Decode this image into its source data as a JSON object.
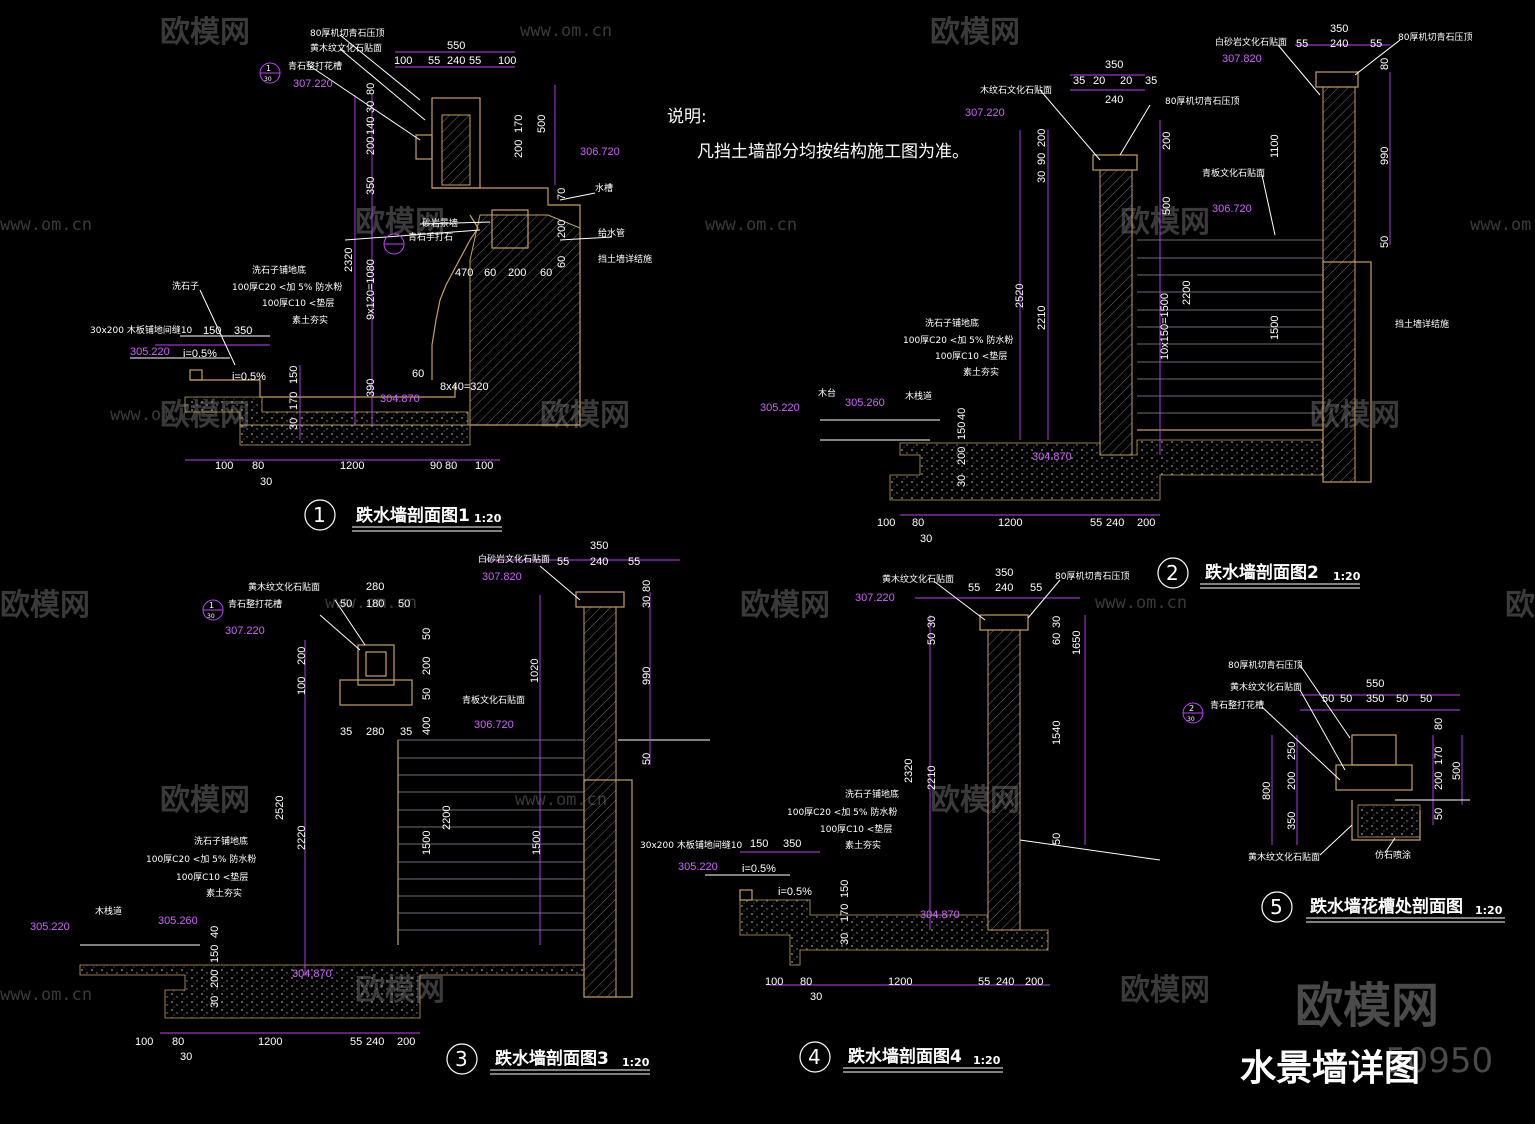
{
  "watermark": {
    "brand": "欧模网",
    "url": "www.om.cn",
    "code": "50950"
  },
  "drawing_title": "水景墙详图",
  "notes": {
    "heading": "说明:",
    "text": "凡挡土墙部分均按结构施工图为准。"
  },
  "sections": [
    {
      "num": "1",
      "title": "跌水墙剖面图1",
      "scale": "1:20"
    },
    {
      "num": "2",
      "title": "跌水墙剖面图2",
      "scale": "1:20"
    },
    {
      "num": "3",
      "title": "跌水墙剖面图3",
      "scale": "1:20"
    },
    {
      "num": "4",
      "title": "跌水墙剖面图4",
      "scale": "1:20"
    },
    {
      "num": "5",
      "title": "跌水墙花槽处剖面图",
      "scale": "1:20"
    }
  ],
  "s1": {
    "labels": [
      "80厚机切青石压顶",
      "黄木纹文化石贴面",
      "青石整打花槽",
      "水槽",
      "砂岩景墙",
      "青石手打石",
      "给水管",
      "挡土墙详结施",
      "洗石子",
      "洗石子铺地底",
      "100厚C20 <加 5% 防水粉",
      "100厚C10 <垫层",
      "素土夯实",
      "30x200 木板铺地间缝10"
    ],
    "elev": [
      "307.220",
      "306.720",
      "305.220",
      "304.870"
    ],
    "top_dims": [
      "550",
      "100",
      "55",
      "240",
      "55",
      "100"
    ],
    "v_dims": [
      "80",
      "30",
      "140",
      "200",
      "350",
      "2320",
      "9x120=1080",
      "170",
      "500",
      "200",
      "70",
      "200",
      "60",
      "390",
      "150",
      "170",
      "30"
    ],
    "mid_dims": [
      "470",
      "60",
      "200",
      "60",
      "60",
      "8x40=320",
      "150",
      "350",
      "i=0.5%",
      "i=0.5%"
    ],
    "bottom_dims": [
      "100",
      "80",
      "30",
      "1200",
      "90",
      "80",
      "100"
    ],
    "circle_ref": {
      "top": "1",
      "bottom": "30"
    }
  },
  "s2": {
    "labels": [
      "白砂岩文化石贴面",
      "80厚机切青石压顶",
      "木纹石文化石贴面",
      "80厚机切青石压顶",
      "青板文化石贴面",
      "洗石子铺地底",
      "100厚C20 <加 5% 防水粉",
      "100厚C10 <垫层",
      "素土夯实",
      "木台",
      "木栈道",
      "挡土墙详结施"
    ],
    "elev": [
      "307.820",
      "307.220",
      "306.720",
      "305.220",
      "305.260",
      "304.870"
    ],
    "top_dims": [
      "350",
      "55",
      "240",
      "55",
      "350",
      "35",
      "20",
      "240",
      "20",
      "35"
    ],
    "v_dims": [
      "80",
      "1100",
      "990",
      "50",
      "30",
      "90",
      "200",
      "200",
      "500",
      "2520",
      "2210",
      "2200",
      "10x150=1500",
      "1500",
      "40",
      "150",
      "200",
      "30"
    ],
    "bottom_dims": [
      "100",
      "80",
      "30",
      "1200",
      "55",
      "240",
      "200"
    ]
  },
  "s3": {
    "labels": [
      "白砂岩文化石贴面",
      "黄木纹文化石贴面",
      "青石整打花槽",
      "青板文化石贴面",
      "洗石子铺地底",
      "100厚C20 <加 5% 防水粉",
      "100厚C10 <垫层",
      "素土夯实",
      "木栈道"
    ],
    "elev": [
      "307.820",
      "307.220",
      "306.720",
      "305.220",
      "305.260",
      "304.870"
    ],
    "top_dims": [
      "350",
      "55",
      "240",
      "55",
      "280",
      "50",
      "180",
      "50",
      "35",
      "280",
      "35"
    ],
    "v_dims": [
      "80",
      "30",
      "1020",
      "990",
      "50",
      "200",
      "100",
      "50",
      "200",
      "50",
      "400",
      "2520",
      "2220",
      "2200",
      "1500",
      "1500",
      "40",
      "150",
      "200",
      "30"
    ],
    "bottom_dims": [
      "100",
      "80",
      "30",
      "1200",
      "55",
      "240",
      "200"
    ],
    "circle_ref": {
      "top": "1",
      "bottom": "30"
    }
  },
  "s4": {
    "labels": [
      "黄木纹文化石贴面",
      "80厚机切青石压顶",
      "洗石子铺地底",
      "100厚C20 <加 5% 防水粉",
      "100厚C10 <垫层",
      "素土夯实",
      "30x200 木板铺地间缝10"
    ],
    "elev": [
      "307.220",
      "305.220",
      "304.870"
    ],
    "top_dims": [
      "350",
      "55",
      "240",
      "55"
    ],
    "v_dims": [
      "30",
      "50",
      "30",
      "60",
      "1650",
      "2320",
      "2210",
      "1540",
      "50",
      "150",
      "170",
      "30"
    ],
    "mid_dims": [
      "150",
      "350",
      "i=0.5%",
      "i=0.5%"
    ],
    "bottom_dims": [
      "100",
      "80",
      "30",
      "1200",
      "55",
      "240",
      "200"
    ]
  },
  "s5": {
    "labels": [
      "80厚机切青石压顶",
      "黄木纹文化石贴面",
      "青石整打花槽",
      "黄木纹文化石贴面",
      "仿石喷涂"
    ],
    "top_dims": [
      "550",
      "50",
      "50",
      "350",
      "50",
      "50"
    ],
    "v_dims": [
      "80",
      "250",
      "200",
      "800",
      "350",
      "170",
      "200",
      "500",
      "50"
    ],
    "circle_ref": {
      "top": "2",
      "bottom": "30"
    }
  },
  "colors": {
    "background": "#000000",
    "dimension": "#c040ff",
    "wall": "#c8a060",
    "text": "#ffffff"
  }
}
